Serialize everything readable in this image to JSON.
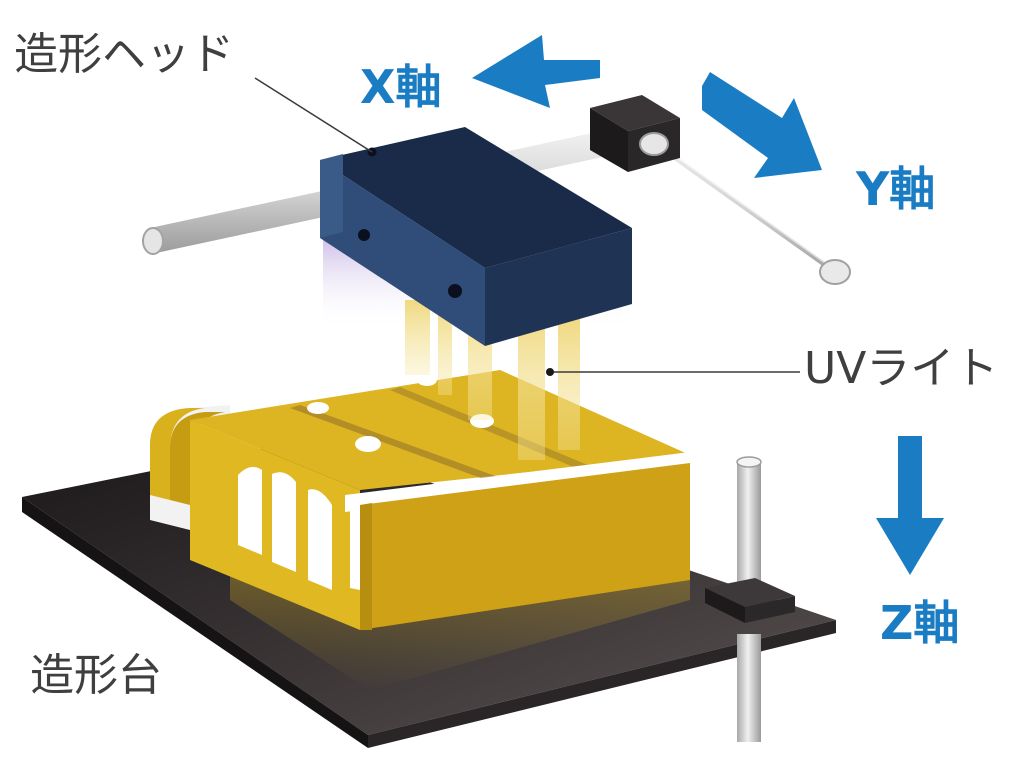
{
  "labels": {
    "head": "造形ヘッド",
    "x_axis": "X軸",
    "y_axis": "Y軸",
    "uv_light": "UVライト",
    "z_axis": "Z軸",
    "platform": "造形台"
  },
  "colors": {
    "accent_blue": "#1a7dc4",
    "label_gray": "#3f3f3f",
    "head_navy": "#1f3355",
    "model_yellow": "#dcb21c",
    "platform_dark": "#2a2628"
  }
}
